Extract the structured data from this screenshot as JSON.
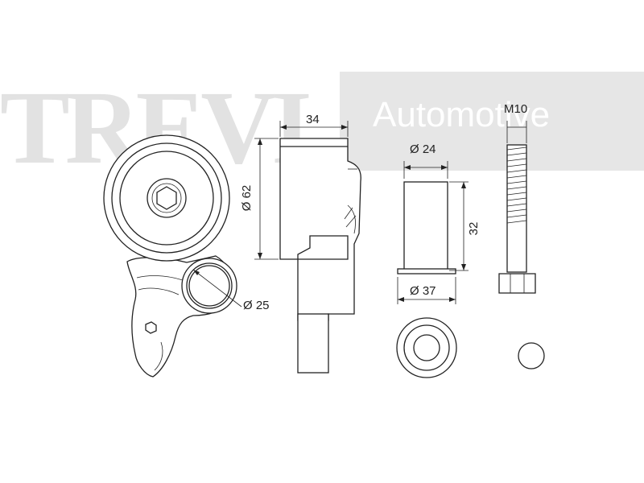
{
  "watermark": {
    "brand": "TREVI",
    "suffix": "Automotive"
  },
  "dimensions": {
    "width_34": "34",
    "dia_62": "Ø 62",
    "dia_25": "Ø 25",
    "dia_24": "Ø 24",
    "height_32": "32",
    "dia_37": "Ø 37",
    "bolt_m10": "M10"
  }
}
